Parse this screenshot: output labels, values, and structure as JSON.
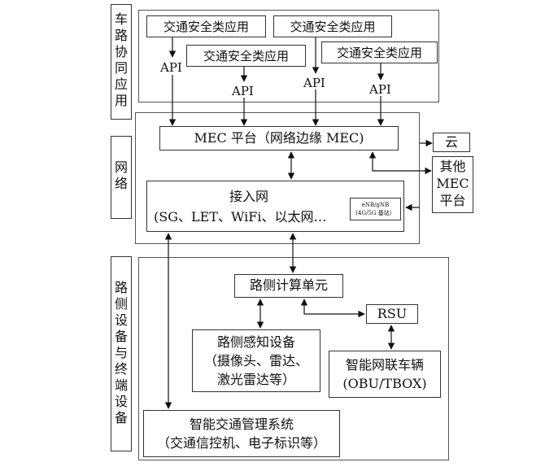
{
  "left_labels": {
    "v2x_application": [
      "车",
      "路",
      "协",
      "同",
      "应",
      "用"
    ],
    "network": [
      "网",
      "络"
    ],
    "roadside_devices": [
      "路",
      "侧",
      "设",
      "备",
      "与",
      "终",
      "端",
      "设",
      "备"
    ]
  },
  "applications": {
    "app1": "交通安全类应用",
    "app2": "交通安全类应用",
    "app3": "交通安全类应用",
    "app4": "交通安全类应用"
  },
  "api_labels": [
    "API",
    "API",
    "API",
    "API"
  ],
  "mec_platform": "MEC 平台（网络边缘 MEC)",
  "access_network": {
    "title": "接入网",
    "subtitle": "(SG、LET、WiFi、以太网…",
    "base_station_line1": "eNB/gNB",
    "base_station_line2": "(4G/5G 基站）"
  },
  "cloud": "云",
  "other_mec": [
    "其他",
    "MEC",
    "平台"
  ],
  "roadside_compute_unit": "路侧计算单元",
  "rsu": "RSU",
  "roadside_sensing": [
    "路侧感知设备",
    "（摄像头、雷达、",
    "激光雷达等）"
  ],
  "connected_vehicle": [
    "智能网联车辆",
    "(OBU/TBOX)"
  ],
  "traffic_management": [
    "智能交通管理系统",
    "（交通信控机、电子标识等）"
  ]
}
